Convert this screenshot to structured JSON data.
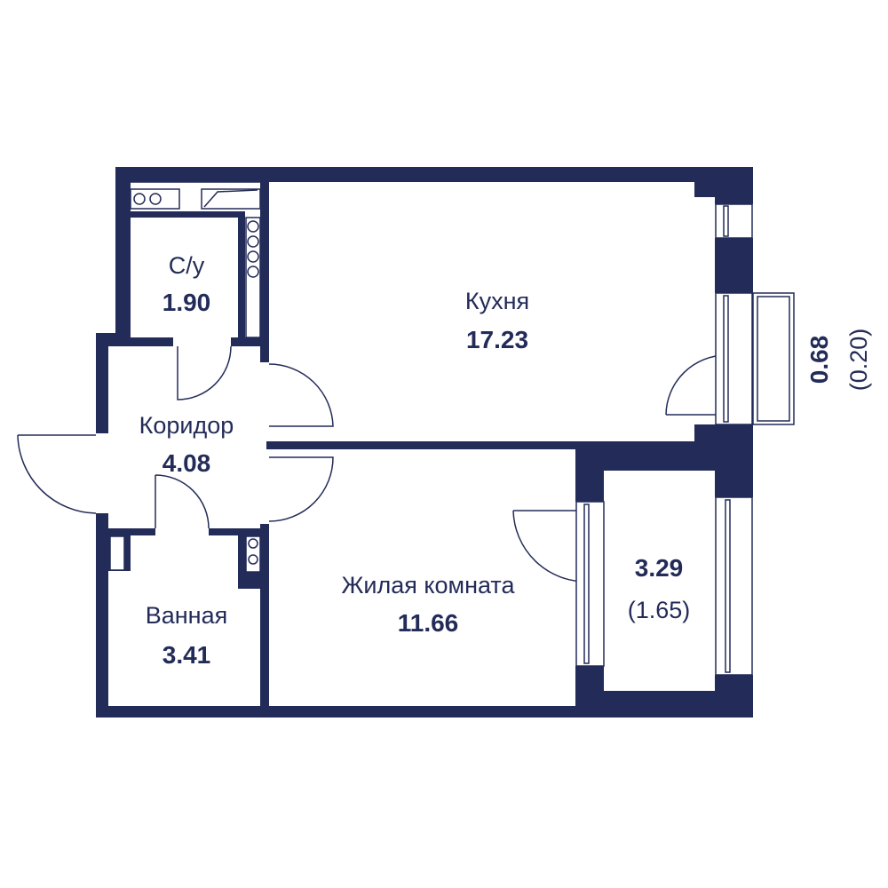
{
  "plan": {
    "wall_color": "#232b58",
    "rooms": [
      {
        "name": "С/у",
        "area": "1.90"
      },
      {
        "name": "Кухня",
        "area": "17.23"
      },
      {
        "name": "Коридор",
        "area": "4.08"
      },
      {
        "name": "Жилая комната",
        "area": "11.66"
      },
      {
        "name": "Ванная",
        "area": "3.41"
      }
    ],
    "loggia": {
      "area": "3.29",
      "reduced_area": "(1.65)"
    },
    "balcony": {
      "area": "0.68",
      "reduced_area": "(0.20)"
    }
  }
}
